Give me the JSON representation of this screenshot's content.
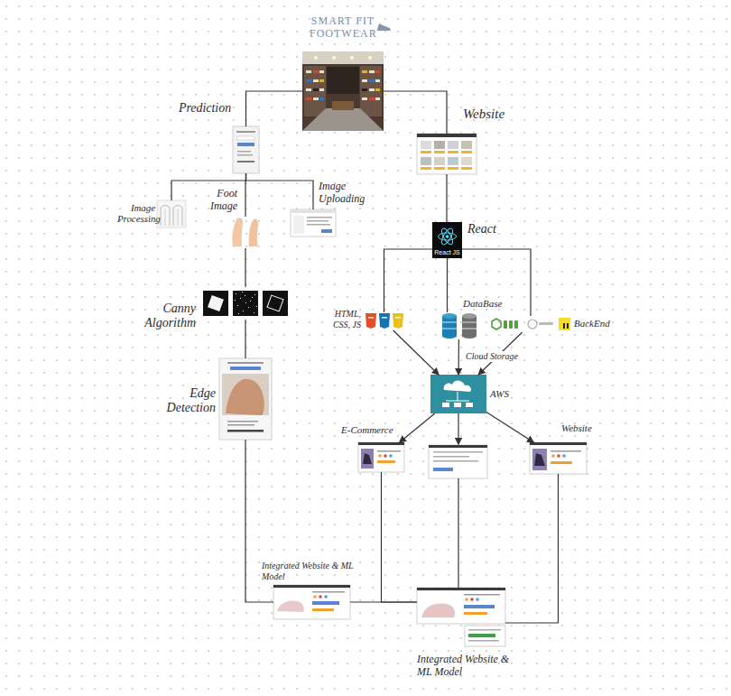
{
  "diagram": {
    "nodes": [
      {
        "text": [
          "SMART FIT FOOTWEAR"
        ]
      },
      {
        "text": [
          "Prediction"
        ]
      },
      {
        "text": [
          "Website"
        ]
      },
      {
        "text": [
          "Image Processing"
        ]
      },
      {
        "text": [
          "Foot Image"
        ]
      },
      {
        "text": [
          "Image Uploading"
        ]
      },
      {
        "text": [
          "Canny Algorithm"
        ]
      },
      {
        "text": [
          "Edge Detection"
        ]
      },
      {
        "text": [
          "React",
          "React JS"
        ]
      },
      {
        "text": [
          "HTML, CSS, JS"
        ]
      },
      {
        "text": [
          "DataBase"
        ]
      },
      {
        "text": [
          "BackEnd"
        ]
      },
      {
        "text": [
          "AWS"
        ]
      },
      {
        "text": [
          "E-Commerce"
        ]
      },
      {
        "text": [
          "Website"
        ]
      },
      {
        "text": [
          "Integrated Website & ML Model"
        ]
      },
      {
        "text": [
          "Integrated Website & ML Model"
        ]
      }
    ],
    "edges": [
      {
        "from": 0,
        "to": 1,
        "arrow": "none"
      },
      {
        "from": 0,
        "to": 2,
        "arrow": "none"
      },
      {
        "from": 1,
        "to": 3,
        "arrow": "none"
      },
      {
        "from": 1,
        "to": 4,
        "arrow": "none"
      },
      {
        "from": 1,
        "to": 5,
        "arrow": "none"
      },
      {
        "from": 4,
        "to": 6,
        "arrow": "none"
      },
      {
        "from": 6,
        "to": 7,
        "arrow": "none"
      },
      {
        "from": 7,
        "to": 15,
        "arrow": "none"
      },
      {
        "from": 2,
        "to": 8,
        "arrow": "none"
      },
      {
        "from": 8,
        "to": 9,
        "arrow": "none"
      },
      {
        "from": 8,
        "to": 10,
        "arrow": "none"
      },
      {
        "from": 8,
        "to": 11,
        "arrow": "none"
      },
      {
        "from": 9,
        "to": 12,
        "arrow": "to"
      },
      {
        "from": 10,
        "to": 12,
        "label": "Cloud Storage",
        "arrow": "to"
      },
      {
        "from": 11,
        "to": 12,
        "arrow": "to"
      },
      {
        "from": 12,
        "to": 13,
        "arrow": "to"
      },
      {
        "from": 12,
        "to": 14,
        "arrow": "to"
      },
      {
        "from": 13,
        "to": 16,
        "arrow": "none"
      },
      {
        "from": 14,
        "to": 16,
        "arrow": "none"
      },
      {
        "from": 15,
        "to": 16,
        "arrow": "none"
      }
    ]
  }
}
